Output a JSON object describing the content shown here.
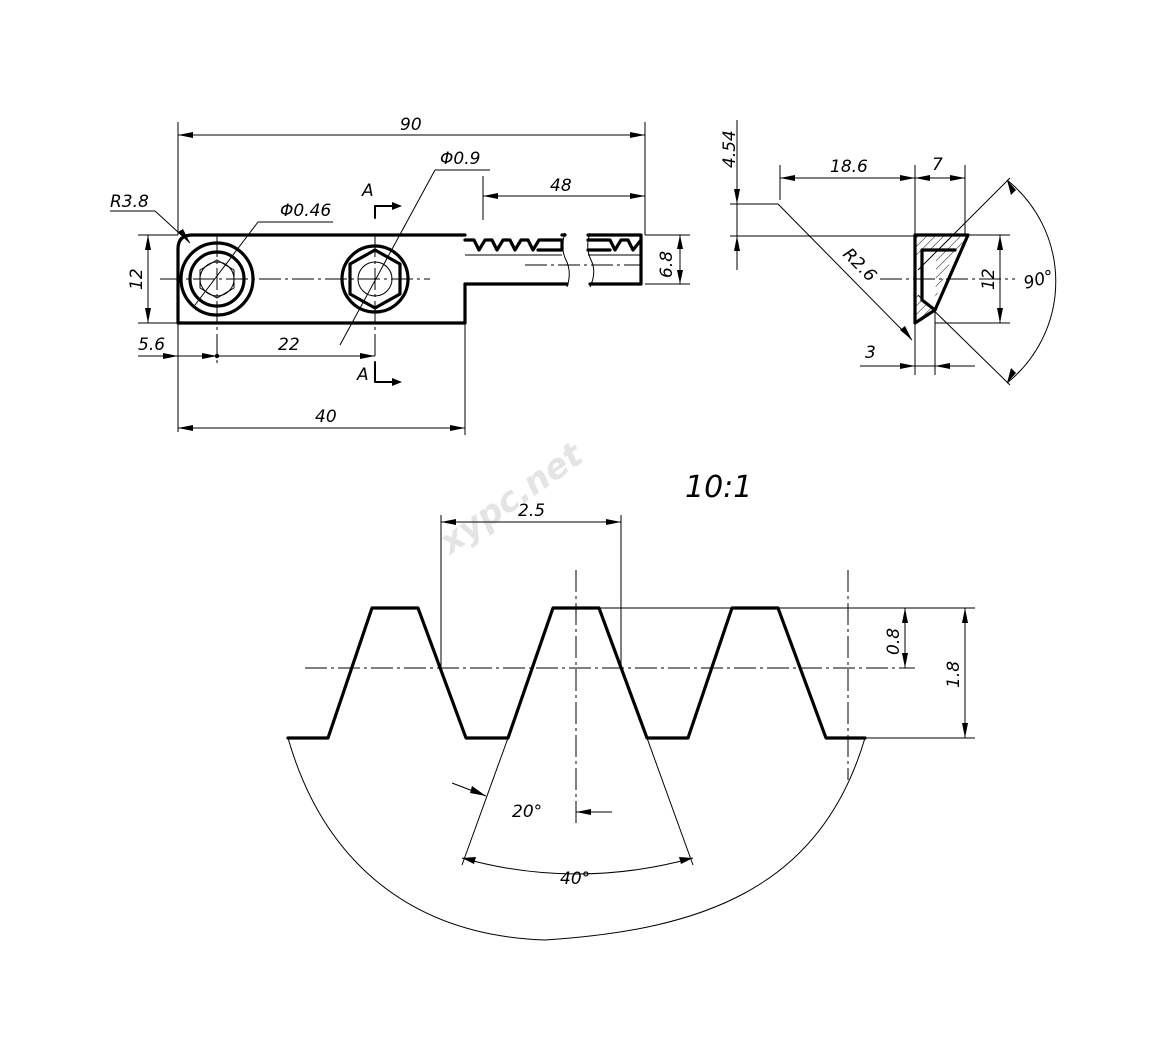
{
  "watermark": "xypc.net",
  "scale_label": "10:1",
  "section_letter": "A",
  "main_view": {
    "overall_length": "90",
    "rack_length": "48",
    "radius_corner": "R3.8",
    "small_hole_dia": "Φ0.46",
    "large_hole_dia": "Φ0.9",
    "height": "12",
    "rack_height": "6.8",
    "left_offset": "5.6",
    "hole_spacing": "22",
    "step_length": "40"
  },
  "side_view": {
    "top_offset": "4.54",
    "width_top": "18.6",
    "width_small": "7",
    "radius": "R2.6",
    "height": "12",
    "angle": "90°",
    "bottom_width": "3"
  },
  "detail_view": {
    "pitch": "2.5",
    "addendum": "0.8",
    "tooth_height": "1.8",
    "half_angle": "20°",
    "full_angle": "40°"
  }
}
